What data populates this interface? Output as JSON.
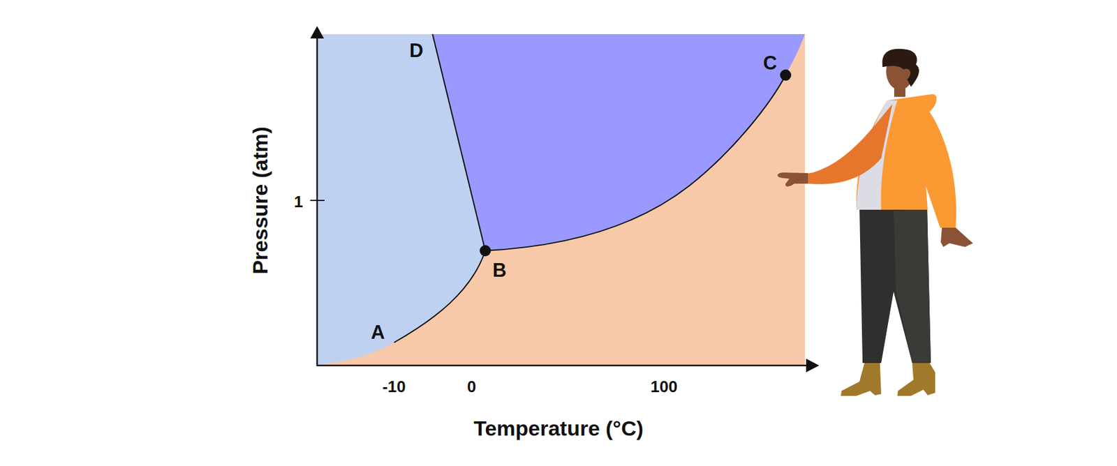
{
  "diagram": {
    "labels": [
      "Pressure (atm)",
      "1",
      "D",
      "C",
      "B",
      "A",
      "-10",
      "0",
      "100",
      "Temperature (°C)"
    ]
  }
}
